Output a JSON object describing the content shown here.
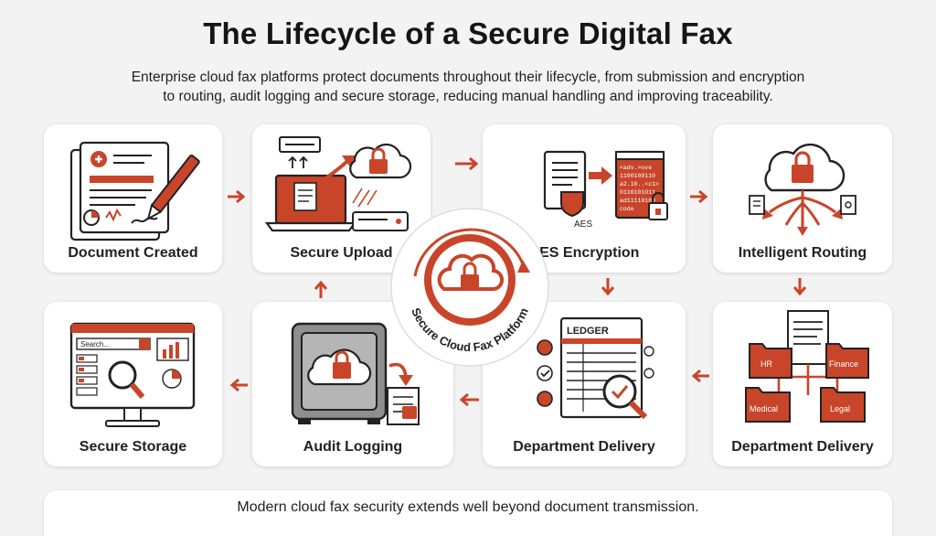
{
  "title": "The Lifecycle of a Secure Digital Fax",
  "subtitle_lines": [
    "Enterprise cloud fax platforms protect documents throughout their lifecycle, from submission and encryption",
    "to routing, audit logging and secure storage, reducing manual handling and improving traceability."
  ],
  "steps": [
    {
      "label": "Document Created",
      "icon": "document-pen-icon"
    },
    {
      "label": "Secure Upload",
      "icon": "laptop-upload-icon"
    },
    {
      "label": "AES Encryption",
      "icon": "encryption-icon"
    },
    {
      "label": "Intelligent Routing",
      "icon": "cloud-routing-icon"
    },
    {
      "label": "Department Delivery",
      "icon": "department-folders-icon"
    },
    {
      "label": "Department Delivery",
      "icon": "ledger-check-icon"
    },
    {
      "label": "Audit Logging",
      "icon": "safe-vault-icon"
    },
    {
      "label": "Secure Storage",
      "icon": "monitor-search-icon"
    }
  ],
  "illustration_text": {
    "aes_tag": "AES",
    "code_lines": [
      "<adv.>ove",
      "1100100110",
      "a2.10..<c1>",
      "0110101011",
      "ad11110100",
      "code"
    ],
    "search_box": "Search...",
    "ledger": "LEDGER",
    "folders": [
      "HR",
      "Finance",
      "Medical",
      "Legal"
    ]
  },
  "hub": {
    "label": "Secure Cloud Fax Platform",
    "icon": "cloud-lock-icon"
  },
  "footer": "Modern cloud fax security extends well beyond document transmission.",
  "colors": {
    "accent": "#c8452a",
    "background": "#f3f3f3",
    "card": "#ffffff",
    "ink": "#222222"
  }
}
